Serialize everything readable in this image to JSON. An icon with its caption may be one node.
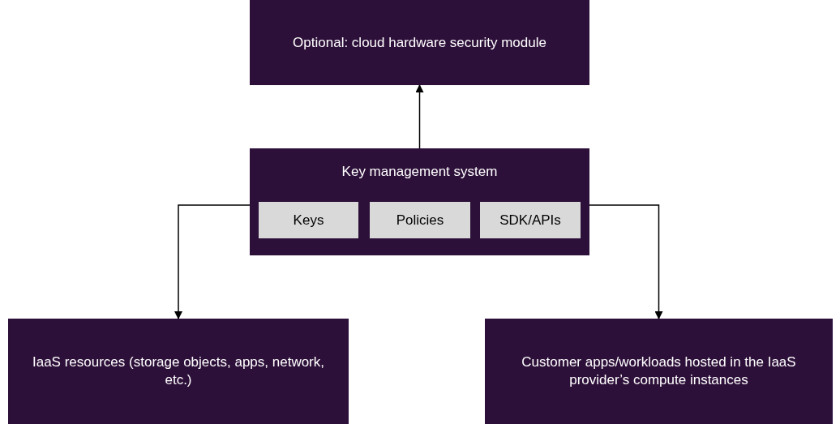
{
  "diagram": {
    "nodes": [
      {
        "text": [
          "Optional: cloud hardware security module"
        ]
      },
      {
        "text": [
          "Key management system"
        ]
      },
      {
        "text": [
          "Keys"
        ],
        "in": 1
      },
      {
        "text": [
          "Policies"
        ],
        "in": 1
      },
      {
        "text": [
          "SDK/APIs"
        ],
        "in": 1
      },
      {
        "text": [
          "IaaS resources (storage objects, apps, network, etc.)"
        ]
      },
      {
        "text": [
          "Customer apps/workloads hosted in the IaaS provider’s compute instances"
        ]
      }
    ],
    "edges": [
      {
        "from": 1,
        "to": 0,
        "arrow": "to"
      },
      {
        "from": 1,
        "to": 5,
        "arrow": "to"
      },
      {
        "from": 1,
        "to": 6,
        "arrow": "to"
      }
    ]
  }
}
